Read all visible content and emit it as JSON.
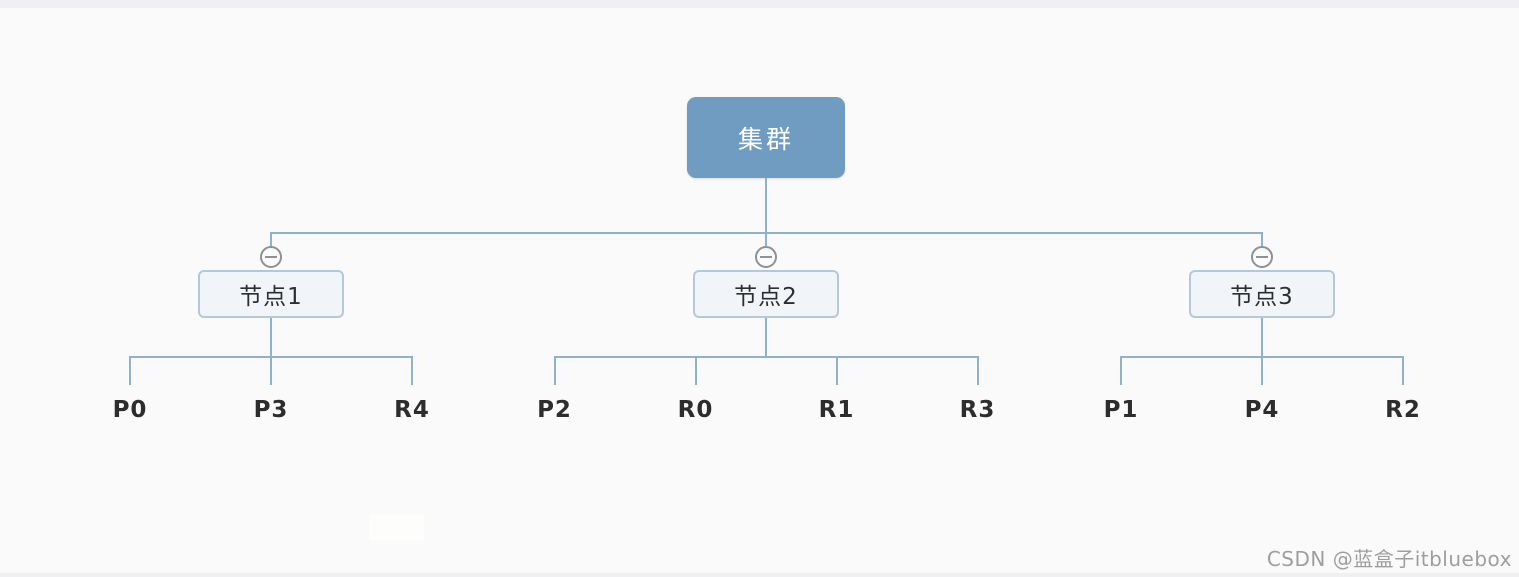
{
  "page": {
    "background": "#fafafa",
    "top_strip_color": "#f0f0f2"
  },
  "diagram": {
    "root": {
      "label": "集群",
      "fill": "#6f9cc0",
      "text_color": "#ffffff"
    },
    "nodes": [
      {
        "label": "节点1",
        "collapse_icon": "minus-circle-icon",
        "children": [
          "P0",
          "P3",
          "R4"
        ]
      },
      {
        "label": "节点2",
        "collapse_icon": "minus-circle-icon",
        "children": [
          "P2",
          "R0",
          "R1",
          "R3"
        ]
      },
      {
        "label": "节点3",
        "collapse_icon": "minus-circle-icon",
        "children": [
          "P1",
          "P4",
          "R2"
        ]
      }
    ],
    "connector_color": "#8fb2cc",
    "node_border_color": "#b5c8d9",
    "node_fill": "#f1f5f9",
    "collapse_icon_color": "#8b9298"
  },
  "watermark": {
    "text": "CSDN @蓝盒子itbluebox",
    "color": "#9e9e9e"
  }
}
